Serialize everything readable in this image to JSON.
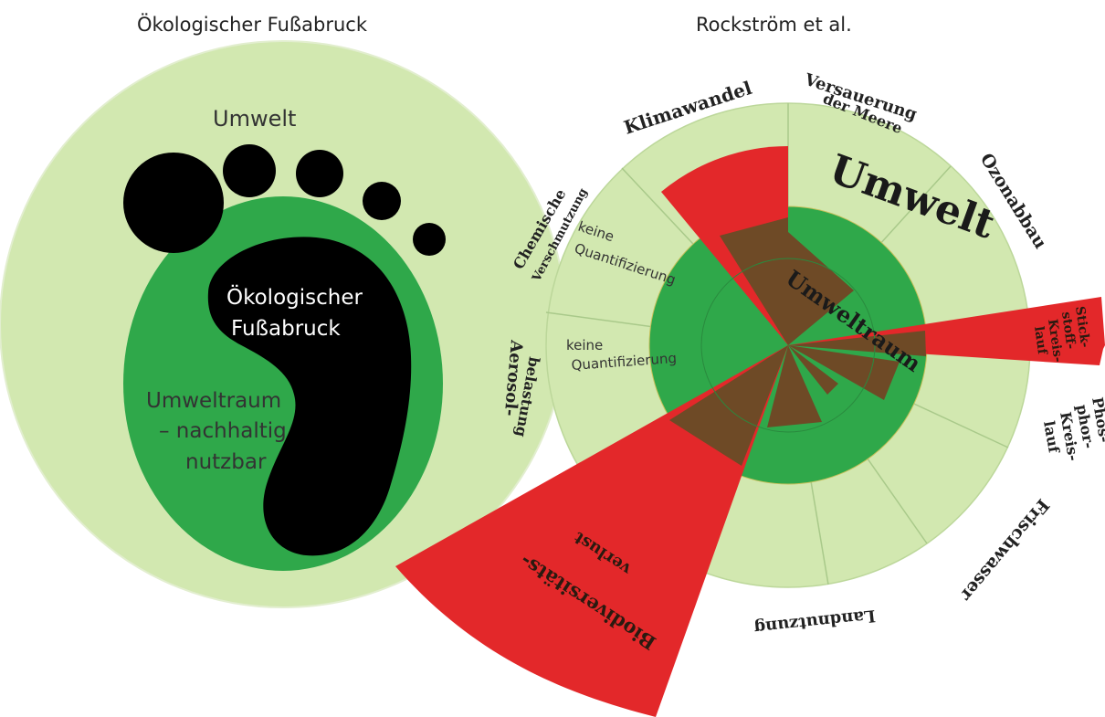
{
  "left_diagram": {
    "title": "Ökologischer Fußabruck",
    "outer_label": "Umwelt",
    "footprint_label_line1": "Ökologischer",
    "footprint_label_line2": "Fußabruck",
    "inner_label_line1": "Umweltraum",
    "inner_label_line2": "– nachhaltig",
    "inner_label_line3": "nutzbar"
  },
  "right_diagram": {
    "title": "Rockström et al.",
    "center_label": "Umwelt",
    "inner_label": "Umweltraum",
    "no_quant_1_line1": "keine",
    "no_quant_1_line2": "Quantifizierung",
    "no_quant_2_line1": "keine",
    "no_quant_2_line2": "Quantifizierung",
    "boundaries": {
      "klimawandel": "Klimawandel",
      "versauerung_1": "Versauerung",
      "versauerung_2": "der Meere",
      "ozonabbau": "Ozonabbau",
      "stickstoff_1": "Stick-",
      "stickstoff_2": "stoff-",
      "stickstoff_3": "Kreis-",
      "stickstoff_4": "lauf",
      "phosphor_1": "Phos-",
      "phosphor_2": "phor-",
      "phosphor_3": "Kreis-",
      "phosphor_4": "lauf",
      "frischwasser": "Frischwasser",
      "landnutzung": "Landnutzung",
      "biodiversitaet_1": "Biodiversitäts-",
      "biodiversitaet_2": "verlust",
      "aerosol_1": "Aerosol-",
      "aerosol_2": "belastung",
      "chemische_1": "Chemische",
      "chemische_2": "Verschmutzung"
    }
  },
  "colors": {
    "environment_light": "#d2e8b0",
    "safe_space_green": "#2fa84a",
    "footprint_black": "#000000",
    "exceed_red": "#e3282a",
    "usage_brown": "#6e4a26"
  }
}
